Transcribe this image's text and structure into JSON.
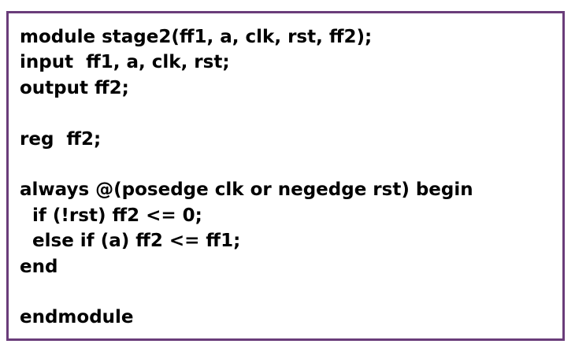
{
  "document": {
    "code_lines": [
      "module stage2(ff1, a, clk, rst, ff2);",
      "input  ff1, a, clk, rst;",
      "output ff2;",
      "",
      "reg  ff2;",
      "",
      "always @(posedge clk or negedge rst) begin",
      "  if (!rst) ff2 <= 0;",
      "  else if (a) ff2 <= ff1;",
      "end",
      "",
      "endmodule"
    ],
    "colors": {
      "border": "#6a3d7a",
      "text": "#000000",
      "background": "#ffffff"
    }
  }
}
